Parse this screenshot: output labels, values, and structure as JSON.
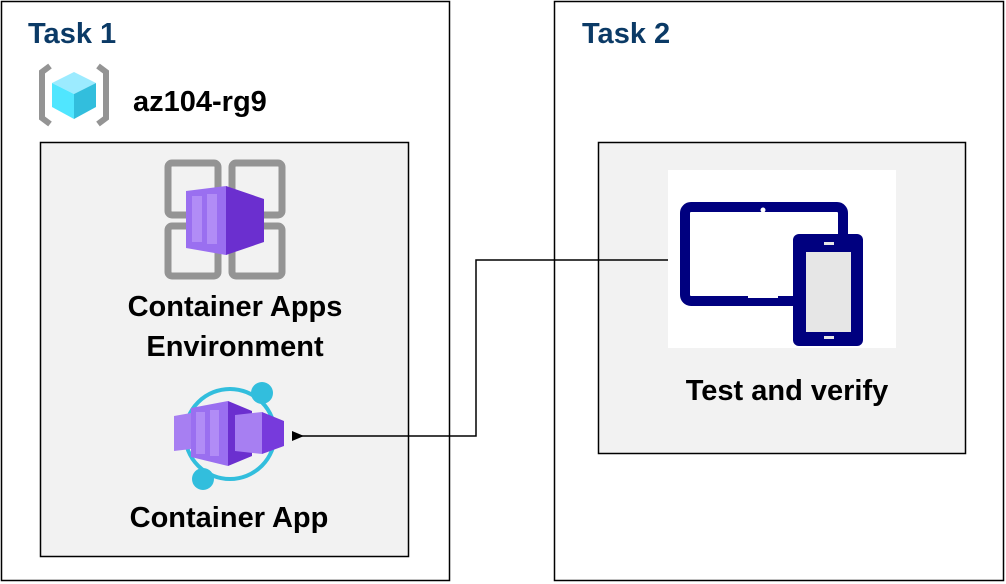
{
  "task1": {
    "title": "Task 1",
    "resource_group": "az104-rg9",
    "environment_label_line1": "Container Apps",
    "environment_label_line2": "Environment",
    "app_label": "Container App"
  },
  "task2": {
    "title": "Task 2",
    "test_label": "Test and verify"
  },
  "colors": {
    "task_title": "#0b3a66",
    "panel_bg": "#f2f2f2",
    "container_purple": "#773adc",
    "accent_cyan": "#32bedd",
    "device_navy": "#00007f"
  }
}
